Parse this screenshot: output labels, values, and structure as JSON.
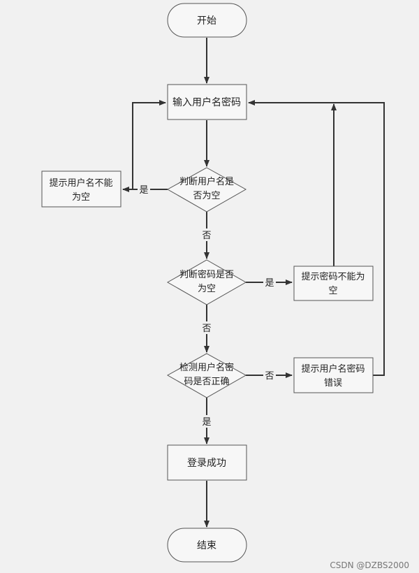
{
  "diagram": {
    "nodes": {
      "start": "开始",
      "input": "输入用户名密码",
      "check_user": [
        "判断用户名是",
        "否为空"
      ],
      "tip_user": [
        "提示用户名不能",
        "为空"
      ],
      "check_pwd": [
        "判断密码是否",
        "为空"
      ],
      "tip_pwd": [
        "提示密码不能为",
        "空"
      ],
      "verify": [
        "检测用户名密",
        "码是否正确"
      ],
      "tip_wrong": [
        "提示用户名密码",
        "错误"
      ],
      "success": "登录成功",
      "end": "结束"
    },
    "edges": {
      "user_empty_yes": "是",
      "user_empty_no": "否",
      "pwd_empty_yes": "是",
      "pwd_empty_no": "否",
      "verify_no": "否",
      "verify_yes": "是"
    }
  },
  "watermark": "CSDN @DZBS2000"
}
